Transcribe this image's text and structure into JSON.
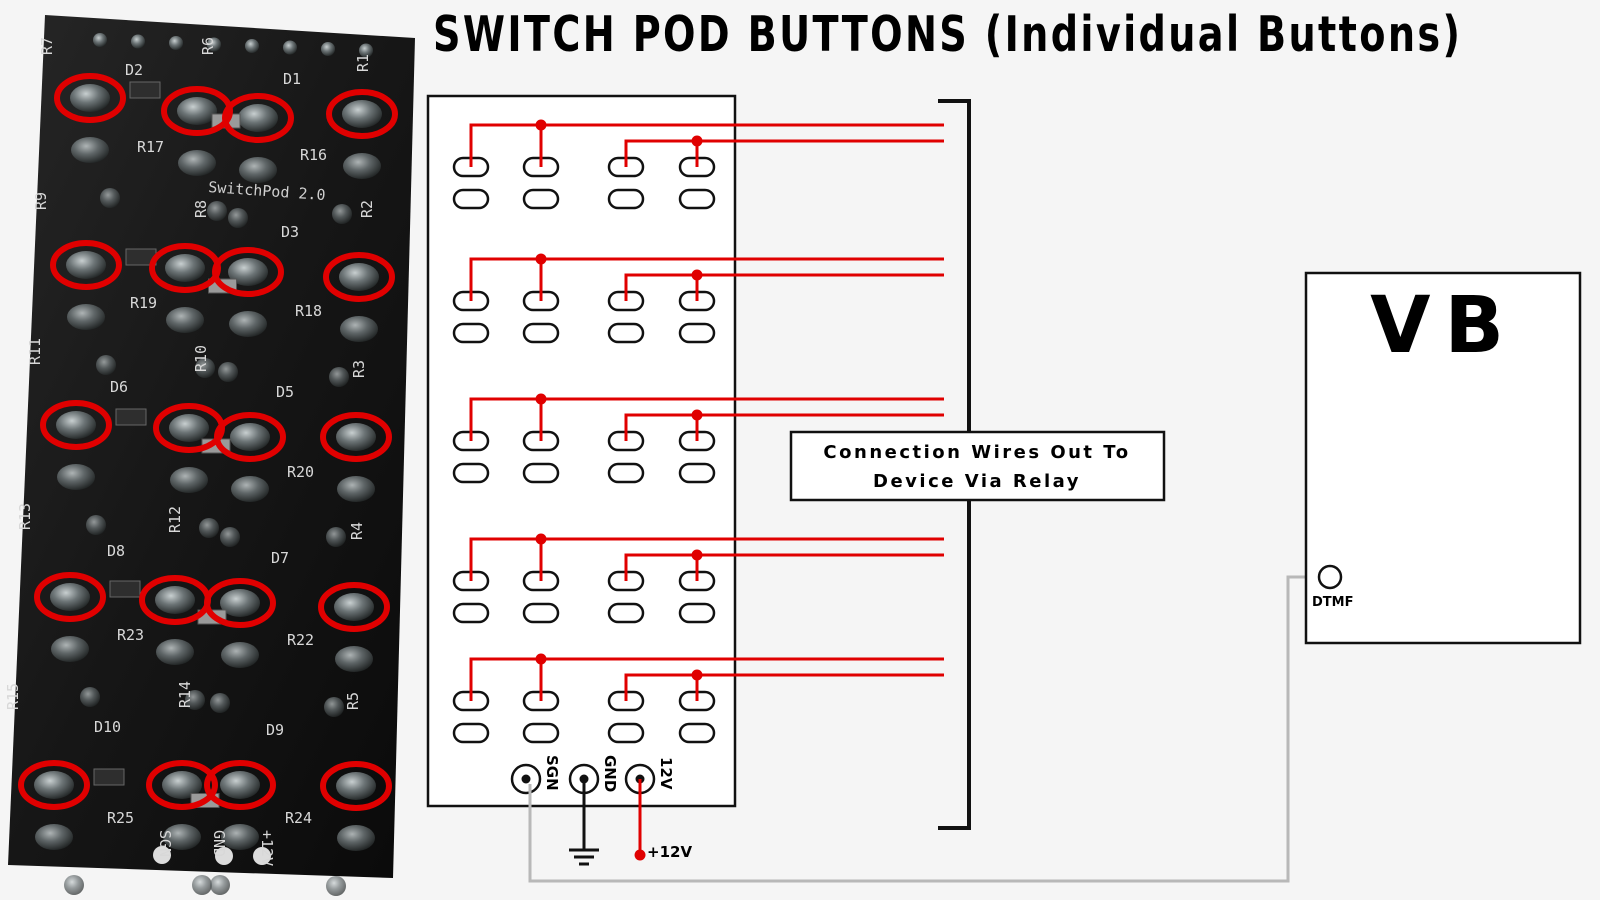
{
  "title": "SWITCH POD BUTTONS (Individual Buttons)",
  "pcb": {
    "board_text": "SwitchPod 2.0",
    "silkscreen_labels": [
      "R7",
      "R6",
      "R1",
      "D2",
      "D1",
      "R17",
      "R16",
      "R9",
      "R8",
      "R2",
      "D3",
      "R19",
      "R18",
      "R11",
      "R10",
      "R3",
      "D6",
      "D5",
      "R20",
      "R13",
      "R12",
      "R4",
      "D8",
      "D7",
      "R23",
      "R22",
      "R15",
      "R14",
      "R5",
      "D10",
      "D9",
      "R25",
      "R24",
      "SGN",
      "GND",
      "+12V"
    ]
  },
  "connector_labels": [
    "SGN",
    "GND",
    "12V"
  ],
  "supply_label": "+12V",
  "callout_line1": "Connection Wires Out To",
  "callout_line2": "Device Via Relay",
  "vb_label": "VB",
  "dtmf_label": "DTMF",
  "colors": {
    "wire": "#e00000",
    "signal_wire": "#b8b8b8",
    "outline": "#111111",
    "highlight": "#e00000"
  }
}
